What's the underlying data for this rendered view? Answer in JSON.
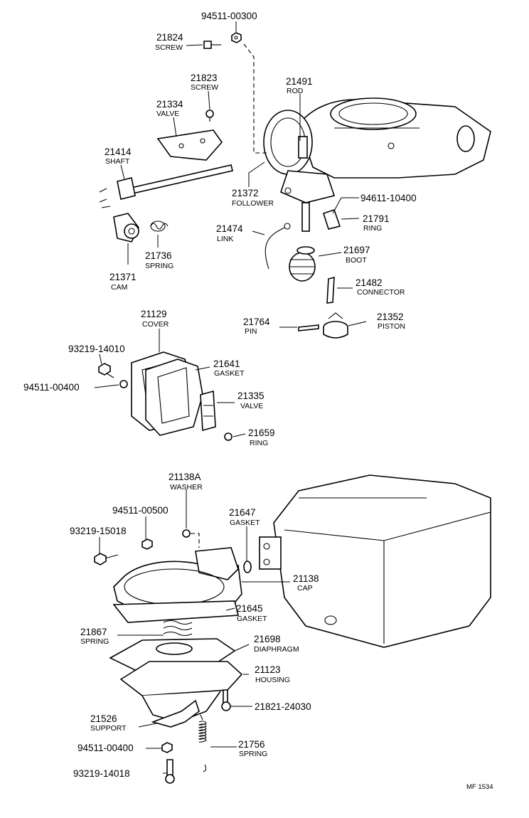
{
  "callouts": [
    {
      "id": "c01",
      "number": "94511-00300",
      "name": ""
    },
    {
      "id": "c02",
      "number": "21824",
      "name": "SCREW"
    },
    {
      "id": "c03",
      "number": "21823",
      "name": "SCREW"
    },
    {
      "id": "c04",
      "number": "21491",
      "name": "ROD"
    },
    {
      "id": "c05",
      "number": "21334",
      "name": "VALVE"
    },
    {
      "id": "c06",
      "number": "21414",
      "name": "SHAFT"
    },
    {
      "id": "c07",
      "number": "21372",
      "name": "FOLLOWER"
    },
    {
      "id": "c08",
      "number": "94611-10400",
      "name": ""
    },
    {
      "id": "c09",
      "number": "21791",
      "name": "RING"
    },
    {
      "id": "c10",
      "number": "21474",
      "name": "LINK"
    },
    {
      "id": "c11",
      "number": "21697",
      "name": "BOOT"
    },
    {
      "id": "c12",
      "number": "21736",
      "name": "SPRING"
    },
    {
      "id": "c13",
      "number": "21371",
      "name": "CAM"
    },
    {
      "id": "c14",
      "number": "21482",
      "name": "CONNECTOR"
    },
    {
      "id": "c15",
      "number": "21129",
      "name": "COVER"
    },
    {
      "id": "c16",
      "number": "21764",
      "name": "PIN"
    },
    {
      "id": "c17",
      "number": "21352",
      "name": "PISTON"
    },
    {
      "id": "c18",
      "number": "93219-14010",
      "name": ""
    },
    {
      "id": "c19",
      "number": "21641",
      "name": "GASKET"
    },
    {
      "id": "c20",
      "number": "94511-00400",
      "name": ""
    },
    {
      "id": "c21",
      "number": "21335",
      "name": "VALVE"
    },
    {
      "id": "c22",
      "number": "21659",
      "name": "RING"
    },
    {
      "id": "c23",
      "number": "21138A",
      "name": "WASHER"
    },
    {
      "id": "c24",
      "number": "21647",
      "name": "GASKET"
    },
    {
      "id": "c25",
      "number": "94511-00500",
      "name": ""
    },
    {
      "id": "c26",
      "number": "93219-15018",
      "name": ""
    },
    {
      "id": "c27",
      "number": "21138",
      "name": "CAP"
    },
    {
      "id": "c28",
      "number": "21645",
      "name": "GASKET"
    },
    {
      "id": "c29",
      "number": "21867",
      "name": "SPRING"
    },
    {
      "id": "c30",
      "number": "21698",
      "name": "DIAPHRAGM"
    },
    {
      "id": "c31",
      "number": "21123",
      "name": "HOUSING"
    },
    {
      "id": "c32",
      "number": "21821-24030",
      "name": ""
    },
    {
      "id": "c33",
      "number": "21526",
      "name": "SUPPORT"
    },
    {
      "id": "c34",
      "number": "21756",
      "name": "SPRING"
    },
    {
      "id": "c35",
      "number": "94511-00400",
      "name": ""
    },
    {
      "id": "c36",
      "number": "93219-14018",
      "name": ""
    }
  ],
  "figure_code": "MF 1534"
}
